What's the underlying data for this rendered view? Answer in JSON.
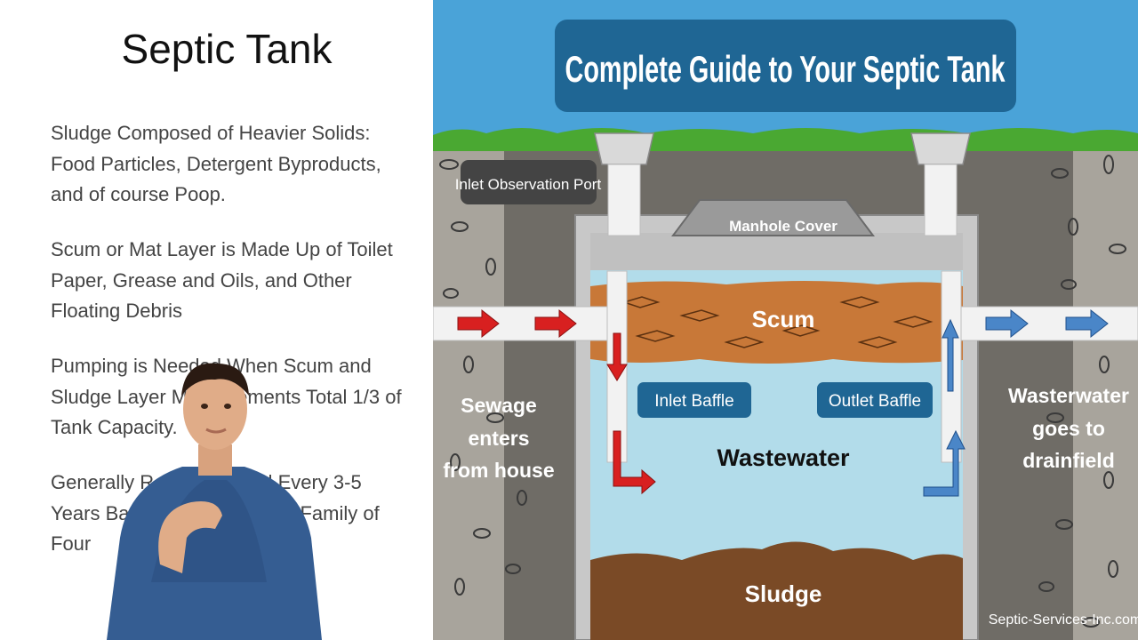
{
  "slide": {
    "title": "Septic Tank",
    "bullets": [
      "Sludge Composed of Heavier Solids: Food Particles, Detergent Byproducts, and of course Poop.",
      "Scum or Mat Layer is Made Up of Toilet Paper, Grease and Oils, and Other Floating Debris",
      "Pumping is Needed When Scum and Sludge Layer Measurements Total 1/3 of Tank Capacity.",
      "Generally Recommended Every 3-5 Years Based on Usage for a Family of Four"
    ]
  },
  "diagram": {
    "title": "Complete Guide to Your Septic Tank",
    "labels": {
      "inlet_port": "Inlet Observation Port",
      "manhole": "Manhole Cover",
      "scum": "Scum",
      "inlet_baffle": "Inlet Baffle",
      "outlet_baffle": "Outlet Baffle",
      "wastewater": "Wastewater",
      "sludge": "Sludge",
      "sewage_line1": "Sewage",
      "sewage_line2": "enters",
      "sewage_line3": "from house",
      "drain_line1": "Wasterwater",
      "drain_line2": "goes to",
      "drain_line3": "drainfield",
      "credit": "Septic-Services-Inc.com"
    },
    "colors": {
      "sky": "#4aa3d8",
      "grass": "#4aa832",
      "soil": "#a8a49c",
      "scum": "#c87838",
      "water": "#b2dcea",
      "sludge": "#7a4a26",
      "label_bg": "#1f6694",
      "inlet_arrow": "#d82020",
      "outlet_arrow": "#4a86c8"
    }
  }
}
